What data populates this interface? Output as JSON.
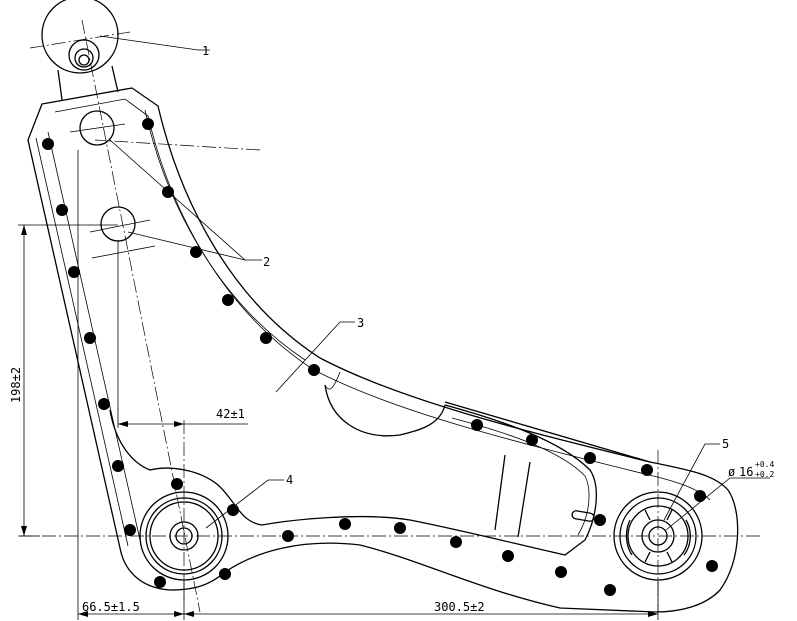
{
  "callouts": [
    "1",
    "2",
    "3",
    "4",
    "5"
  ],
  "dimensions": {
    "vertical_height": "198±2",
    "offset_42": "42±1",
    "left_distance": "66.5±1.5",
    "center_distance": "300.5±2",
    "hole_diameter_symbol": "ø",
    "hole_diameter": "16",
    "hole_tol_upper": "+0.4",
    "hole_tol_lower": "+0.2"
  }
}
